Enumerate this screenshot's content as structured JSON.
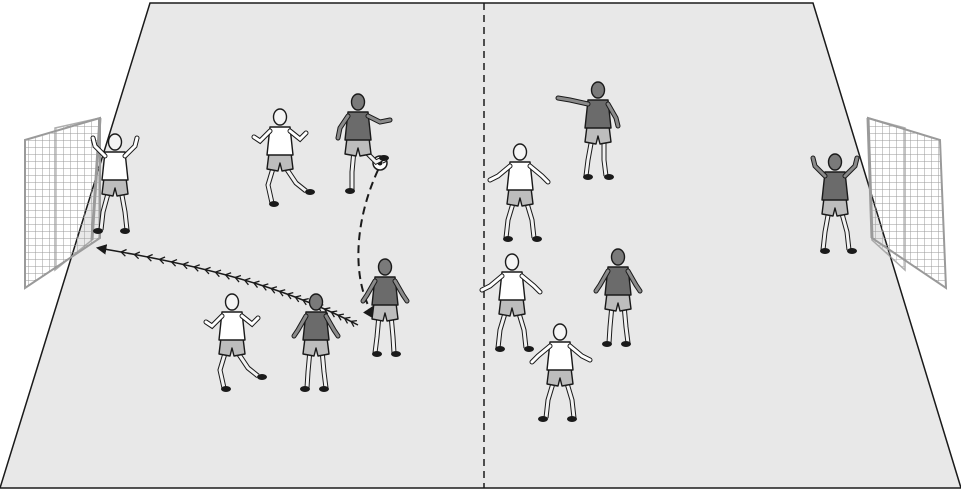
{
  "diagram": {
    "title": "",
    "colors": {
      "field": "#e8e8e8",
      "outline": "#1a1a1a",
      "white_team": "#ffffff",
      "dark_team": "#6b6b6b",
      "shorts_grey": "#bdbdbd",
      "goal_net": "#9a9a9a"
    },
    "elements": {
      "pitch": "pitch",
      "halfway_line": "dashed",
      "left_goal": "goal-net",
      "right_goal": "goal-net",
      "ball": "soccer-ball-icon",
      "shot_path": "arrow-feathered",
      "pass_path": "arrow-dashed"
    },
    "players": [
      {
        "id": "goalkeeper-left",
        "team": "white",
        "role": "goalkeeper"
      },
      {
        "id": "white-runner-top",
        "team": "white",
        "role": "field"
      },
      {
        "id": "dark-kicker",
        "team": "dark",
        "role": "field"
      },
      {
        "id": "dark-receiver",
        "team": "dark",
        "role": "field"
      },
      {
        "id": "white-left-bottom",
        "team": "white",
        "role": "field"
      },
      {
        "id": "dark-shooter",
        "team": "dark",
        "role": "field"
      },
      {
        "id": "white-mid-defender",
        "team": "white",
        "role": "field"
      },
      {
        "id": "dark-pointer",
        "team": "dark",
        "role": "field"
      },
      {
        "id": "white-right-mid",
        "team": "white",
        "role": "field"
      },
      {
        "id": "dark-right-mid",
        "team": "dark",
        "role": "field"
      },
      {
        "id": "white-bottom-center",
        "team": "white",
        "role": "field"
      },
      {
        "id": "goalkeeper-right",
        "team": "dark",
        "role": "goalkeeper"
      }
    ]
  }
}
